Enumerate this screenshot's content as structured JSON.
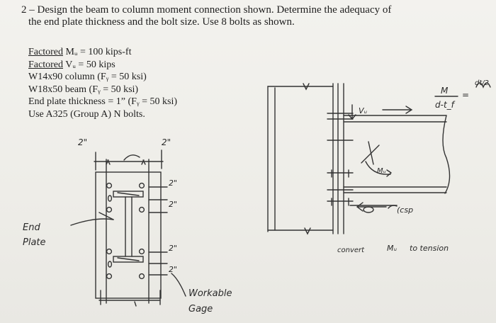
{
  "problem": {
    "line1": "2 – Design the beam to column moment connection shown. Determine the adequacy of",
    "line2": "the end plate thickness and the bolt size. Use 8 bolts as shown."
  },
  "given": {
    "mu_label": "Factored",
    "mu_rest": " Mᵤ = 100 kips-ft",
    "vu_label": "Factored",
    "vu_rest": " Vᵤ = 50 kips",
    "column": "W14x90 column (Fᵧ = 50 ksi)",
    "beam": "W18x50 beam (Fᵧ = 50 ksi)",
    "end_plate": "End plate thickness = 1” (Fᵧ = 50 ksi)",
    "bolts": "Use A325 (Group A) N bolts."
  },
  "annotations": {
    "two_in_top_left": "2\"",
    "two_in_top_right": "2\"",
    "two_in_a": "2\"",
    "two_in_b": "2\"",
    "two_in_c": "2\"",
    "two_in_d": "2\"",
    "end": "End",
    "plate": "Plate",
    "workable": "Workable",
    "gage": "Gage",
    "vu": "Vᵤ",
    "mu": "Mᵤ",
    "csp": "(csp",
    "frac_num": "M",
    "frac_den": "d-t_f",
    "equals": "=",
    "scribble": "dt/2",
    "convert": "convert",
    "mu2": "Mᵤ",
    "to_tension": "to tension"
  }
}
